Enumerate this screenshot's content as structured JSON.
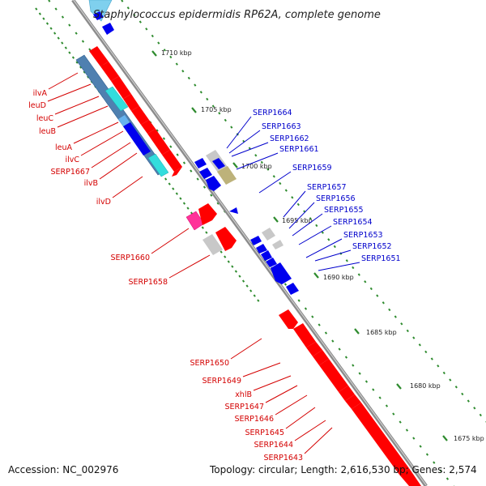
{
  "title": "Staphylococcus epidermidis RP62A, complete genome",
  "footer": {
    "accession": "Accession: NC_002976",
    "summary": "Topology: circular; Length: 2,616,530 bp; Genes: 2,574"
  },
  "colors": {
    "backbone": "#8c8c8c",
    "tick_marks": "#2e8b2e",
    "forward_label": "#d40000",
    "reverse_label": "#0000cc",
    "forward_gene": "#ff0000",
    "reverse_gene": "#0000ee",
    "highlight_gene": "#ff3399",
    "neutral_gene": "#c8c8c8",
    "olive_gene": "#bdb27a",
    "steel_blue_gene": "#4f80b0",
    "cyan_gene": "#33dddd"
  },
  "scale_ticks": [
    {
      "label": "1710 kbp"
    },
    {
      "label": "1705 kbp"
    },
    {
      "label": "1700 kbp"
    },
    {
      "label": "1695 kbp"
    },
    {
      "label": "1690 kbp"
    },
    {
      "label": "1685 kbp"
    },
    {
      "label": "1680 kbp"
    },
    {
      "label": "1675 kbp"
    }
  ],
  "forward_labels": [
    "ilvA",
    "leuD",
    "leuC",
    "leuB",
    "leuA",
    "ilvC",
    "SERP1667",
    "ilvB",
    "ilvD",
    "SERP1660",
    "SERP1658",
    "SERP1650",
    "SERP1649",
    "xhlB",
    "SERP1647",
    "SERP1646",
    "SERP1645",
    "SERP1644",
    "SERP1643"
  ],
  "reverse_labels": [
    "SERP1664",
    "SERP1663",
    "SERP1662",
    "SERP1661",
    "SERP1659",
    "SERP1657",
    "SERP1656",
    "SERP1655",
    "SERP1654",
    "SERP1653",
    "SERP1652",
    "SERP1651"
  ]
}
